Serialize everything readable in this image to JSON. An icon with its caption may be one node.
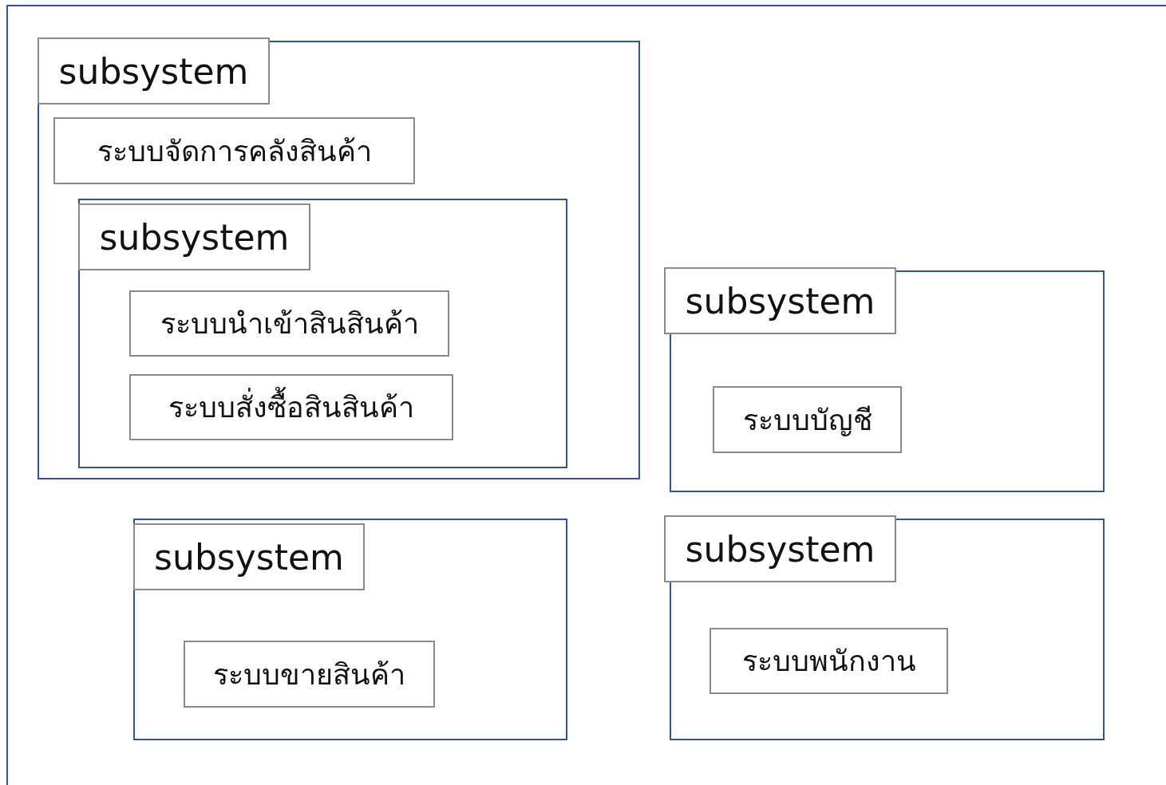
{
  "diagram": {
    "nodes": [
      {
        "text": [],
        "shape": "box"
      },
      {
        "text": [],
        "shape": "box",
        "in": 0
      },
      {
        "text": [
          "subsystem"
        ],
        "in": 1
      },
      {
        "text": [
          "ระบบจัดการคลังสินค้า"
        ],
        "in": 1
      },
      {
        "text": [],
        "shape": "box",
        "in": 1
      },
      {
        "text": [
          "subsystem"
        ],
        "in": 4
      },
      {
        "text": [
          "ระบบนำเข้าสินสินค้า"
        ],
        "in": 4
      },
      {
        "text": [
          "ระบบสั่งซื้อสินสินค้า"
        ],
        "in": 4
      },
      {
        "text": [],
        "shape": "box",
        "in": 0
      },
      {
        "text": [
          "subsystem"
        ],
        "in": 8
      },
      {
        "text": [
          "ระบบบัญชี"
        ],
        "in": 8
      },
      {
        "text": [],
        "shape": "box",
        "in": 0
      },
      {
        "text": [
          "subsystem"
        ],
        "in": 11
      },
      {
        "text": [
          "ระบบขายสินค้า"
        ],
        "in": 11
      },
      {
        "text": [],
        "shape": "box",
        "in": 0
      },
      {
        "text": [
          "subsystem"
        ],
        "in": 14
      },
      {
        "text": [
          "ระบบพนักงาน"
        ],
        "in": 14
      }
    ]
  }
}
